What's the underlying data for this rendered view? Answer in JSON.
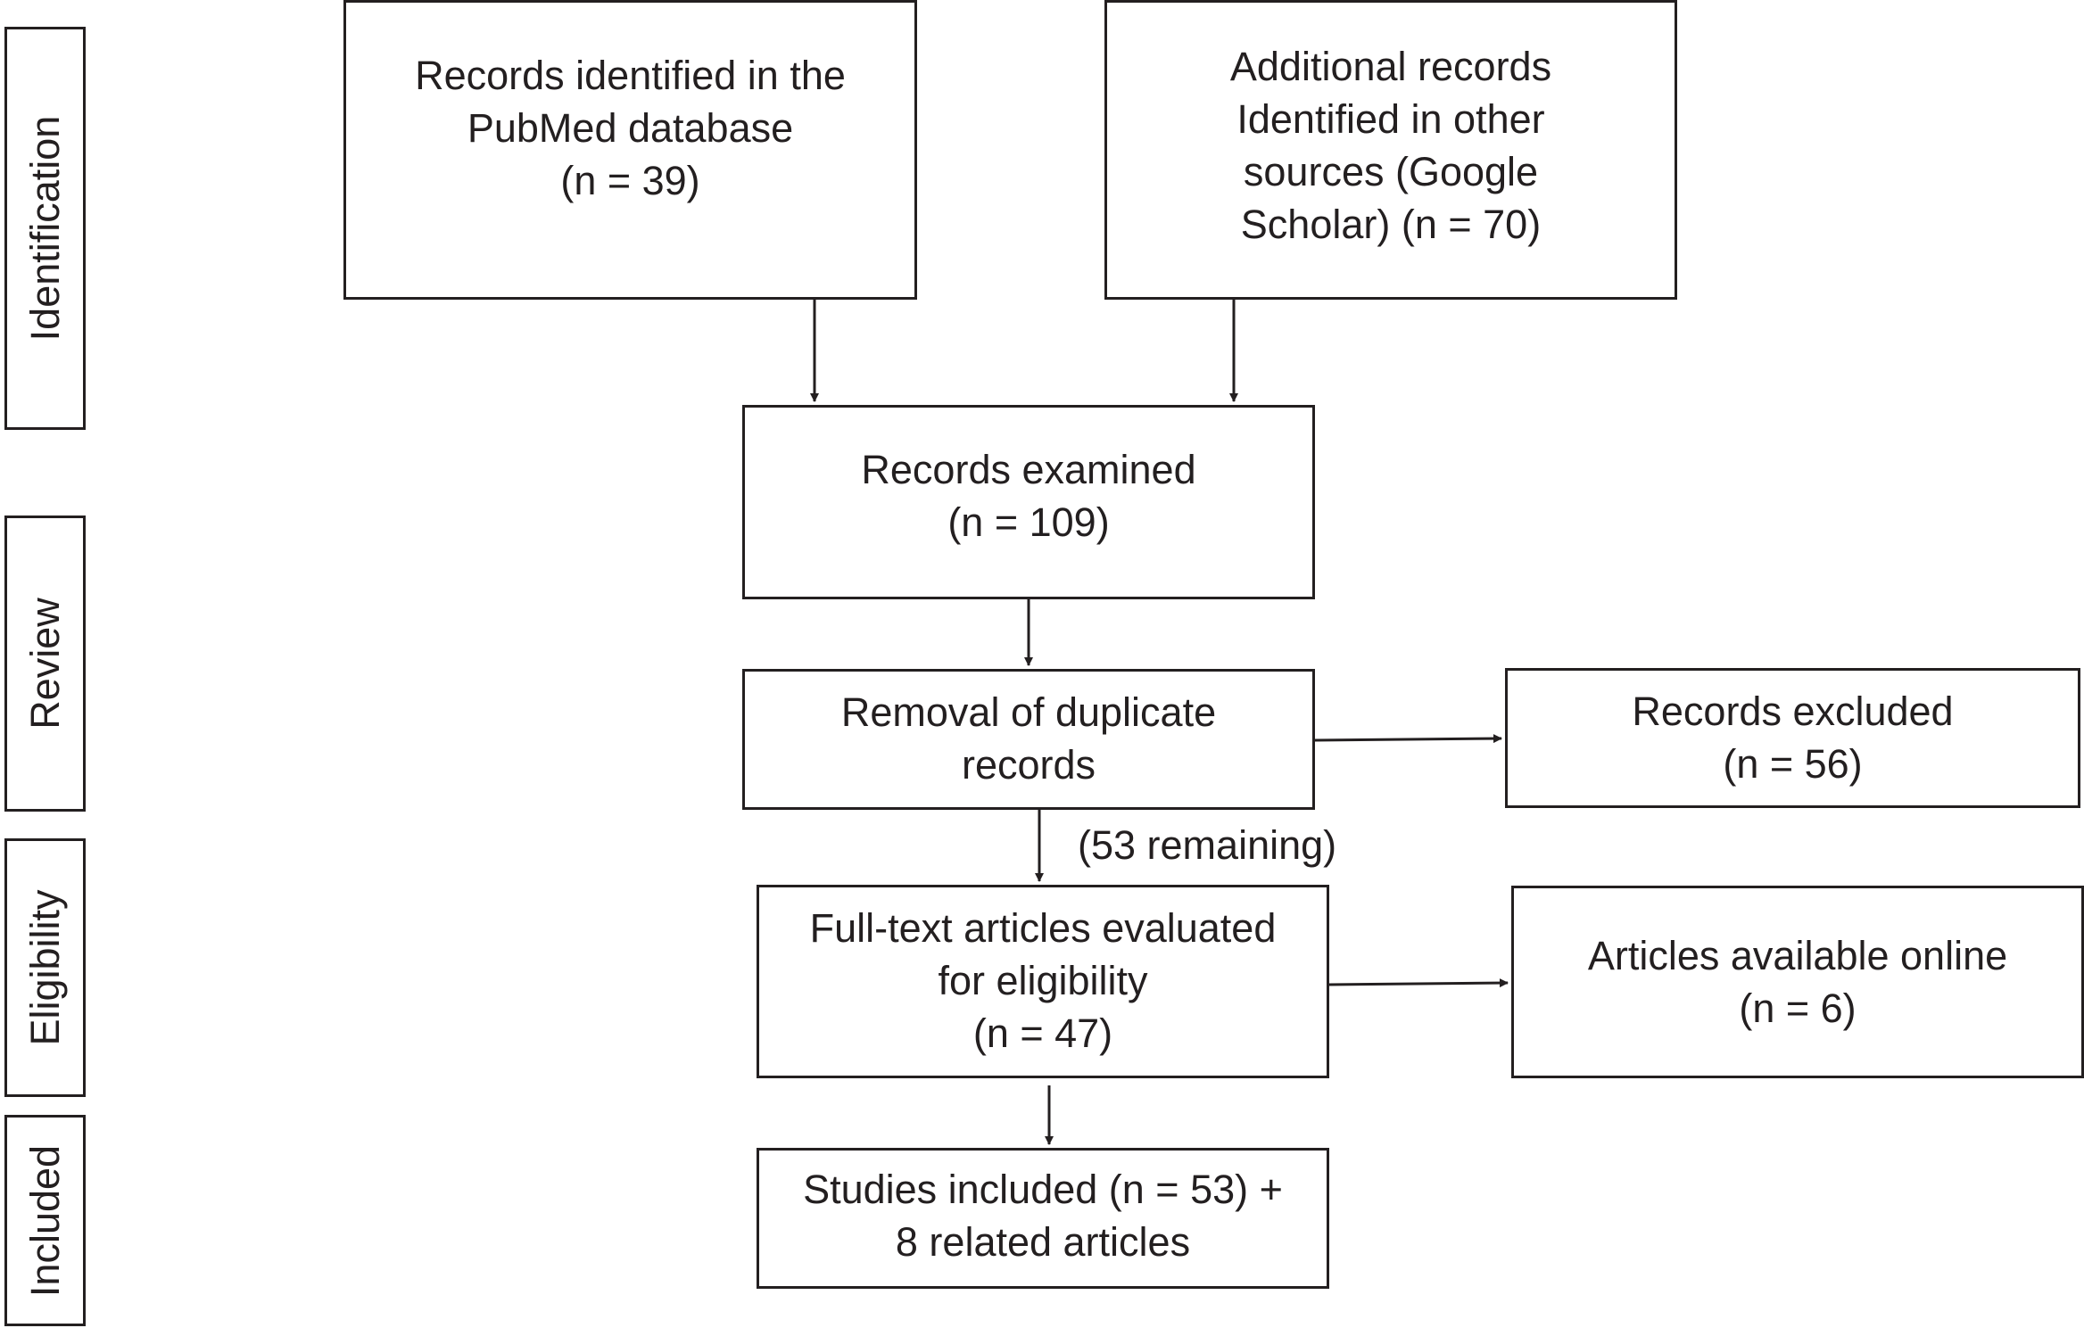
{
  "stages": {
    "identification": "Identification",
    "review": "Review",
    "eligibility": "Eligibility",
    "included": "Included"
  },
  "boxes": {
    "pubmed": {
      "line1": "Records identified in the",
      "line2": "PubMed database",
      "line3": "(n = 39)"
    },
    "other_sources": {
      "line1": "Additional records",
      "line2": "Identified in other",
      "line3": "sources (Google",
      "line4": "Scholar) (n = 70)"
    },
    "examined": {
      "line1": "Records examined",
      "line2": "(n = 109)"
    },
    "duplicates": {
      "line1": "Removal of duplicate",
      "line2": "records"
    },
    "excluded": {
      "line1": "Records excluded",
      "line2": "(n = 56)"
    },
    "fulltext": {
      "line1": "Full-text articles evaluated",
      "line2": "for eligibility",
      "line3": "(n = 47)"
    },
    "online": {
      "line1": "Articles available online",
      "line2": "(n = 6)"
    },
    "included": {
      "line1": "Studies included (n = 53) +",
      "line2": "8 related articles"
    }
  },
  "labels": {
    "remaining": "(53 remaining)"
  }
}
